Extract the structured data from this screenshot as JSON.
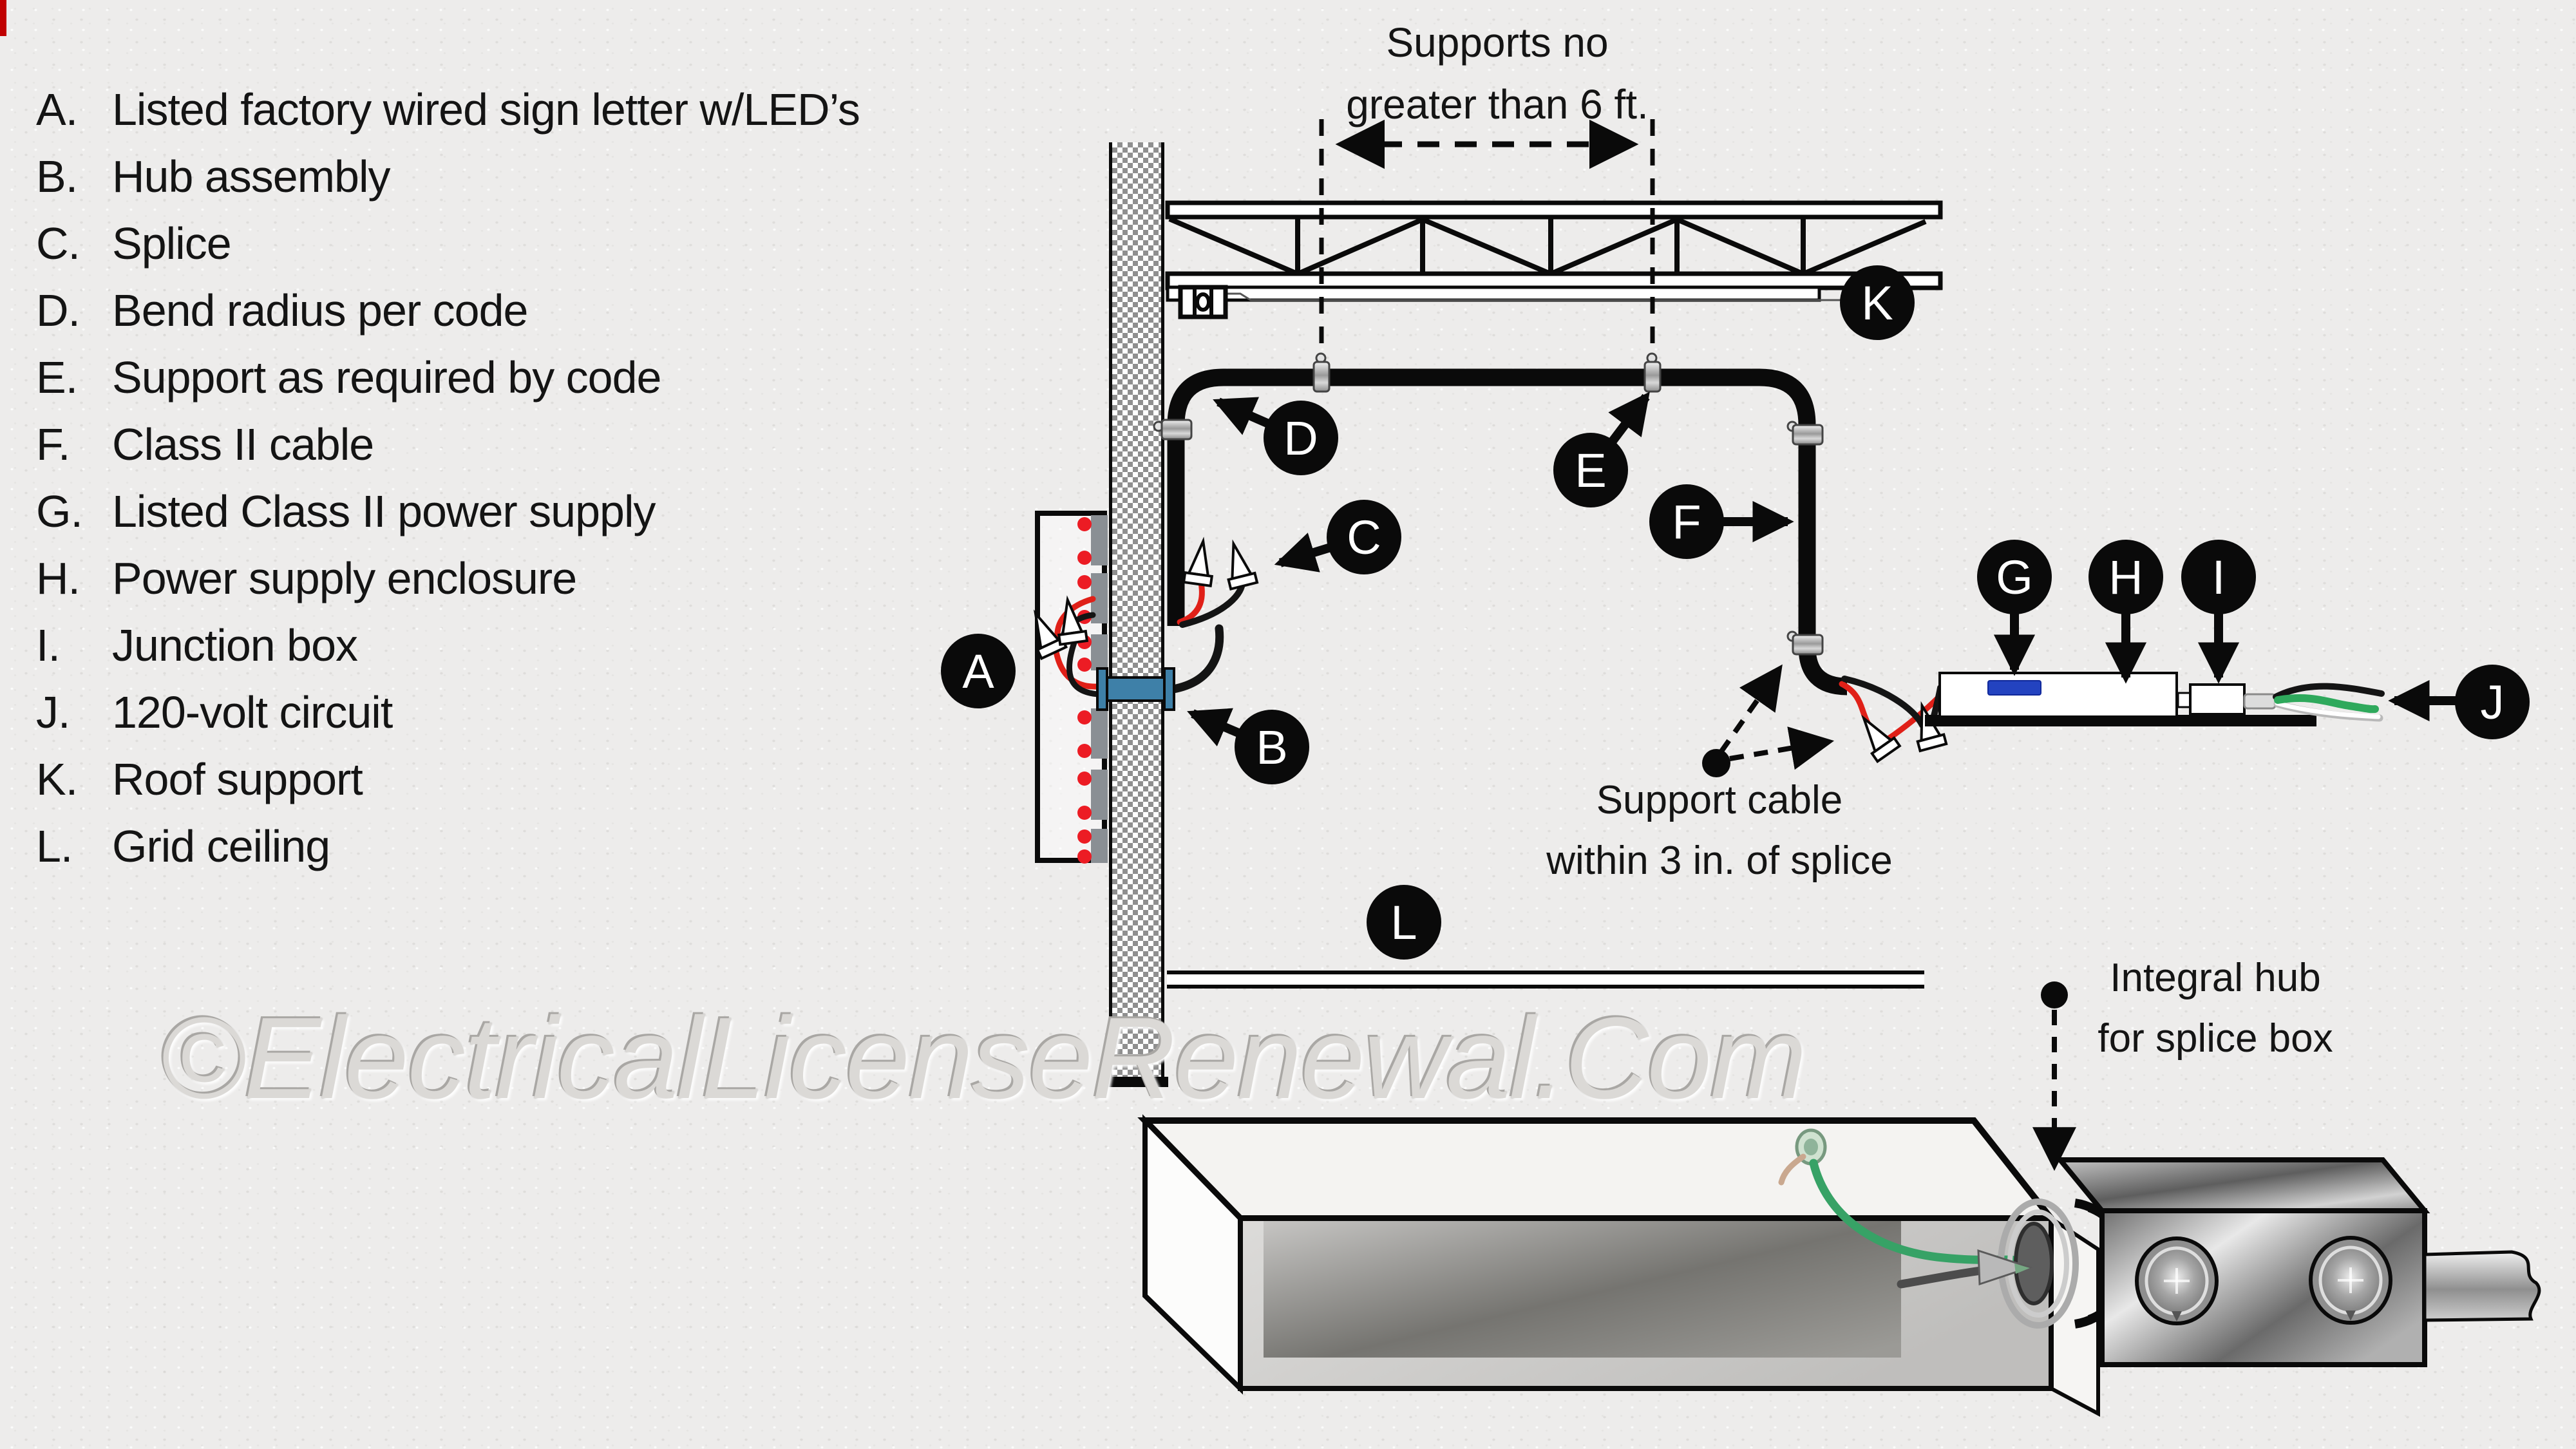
{
  "legend": {
    "items": [
      {
        "letter": "A.",
        "text": "Listed factory wired sign letter w/LED’s"
      },
      {
        "letter": "B.",
        "text": "Hub assembly"
      },
      {
        "letter": "C.",
        "text": "Splice"
      },
      {
        "letter": "D.",
        "text": "Bend radius per code"
      },
      {
        "letter": "E.",
        "text": "Support as required by code"
      },
      {
        "letter": "F.",
        "text": "Class II cable"
      },
      {
        "letter": "G.",
        "text": "Listed Class II power supply"
      },
      {
        "letter": "H.",
        "text": "Power supply enclosure"
      },
      {
        "letter": "I.",
        "text": "Junction box"
      },
      {
        "letter": "J.",
        "text": "120-volt circuit"
      },
      {
        "letter": "K.",
        "text": "Roof support"
      },
      {
        "letter": "L.",
        "text": "Grid ceiling"
      }
    ]
  },
  "labels": {
    "a": "A",
    "b": "B",
    "c": "C",
    "d": "D",
    "e": "E",
    "f": "F",
    "g": "G",
    "h": "H",
    "i": "I",
    "j": "J",
    "k": "K",
    "l": "L"
  },
  "notes": {
    "supports": {
      "line1": "Supports no",
      "line2": "greater than 6 ft."
    },
    "support_cable": {
      "line1": "Support cable",
      "line2": "within 3 in. of splice"
    },
    "integral_hub": {
      "line1": "Integral hub",
      "line2": "for splice box"
    }
  },
  "watermark": "©ElectricalLicenseRenewal.Com",
  "colors": {
    "hub_blue": "#3e80a8",
    "power_supply_label_blue": "#2343c0",
    "led_red": "#ec1c24",
    "wire_red": "#e02018",
    "ground_green": "#2fa95c",
    "line_black": "#0a0a0a",
    "background": "#edeceb"
  }
}
